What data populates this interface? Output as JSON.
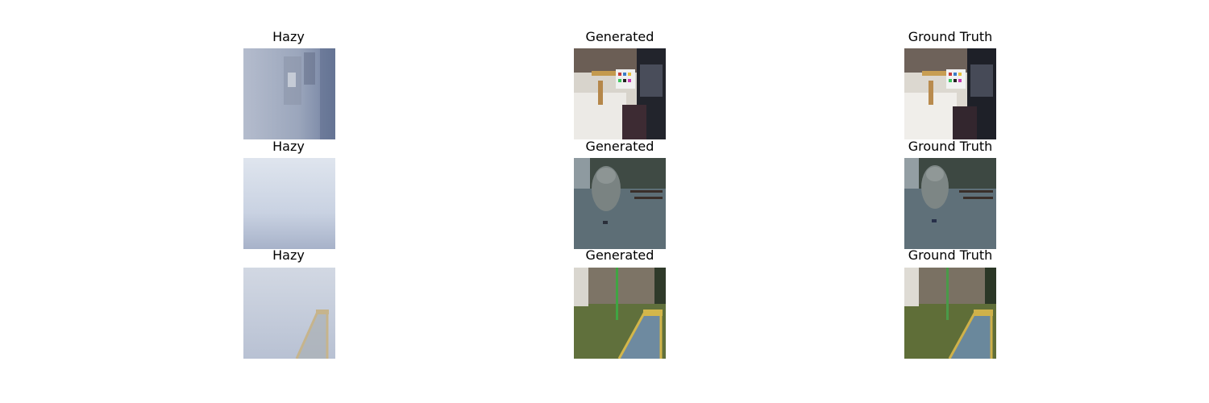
{
  "figure": {
    "rows": [
      {
        "cells": [
          {
            "title": "Hazy",
            "scene": "indoor-hazy-image"
          },
          {
            "title": "Generated",
            "scene": "indoor-generated-image"
          },
          {
            "title": "Ground Truth",
            "scene": "indoor-ground-truth-image"
          }
        ]
      },
      {
        "cells": [
          {
            "title": "Hazy",
            "scene": "statue-hazy-image"
          },
          {
            "title": "Generated",
            "scene": "statue-generated-image"
          },
          {
            "title": "Ground Truth",
            "scene": "statue-ground-truth-image"
          }
        ]
      },
      {
        "cells": [
          {
            "title": "Hazy",
            "scene": "minigolf-hazy-image"
          },
          {
            "title": "Generated",
            "scene": "minigolf-generated-image"
          },
          {
            "title": "Ground Truth",
            "scene": "minigolf-ground-truth-image"
          }
        ]
      }
    ]
  }
}
